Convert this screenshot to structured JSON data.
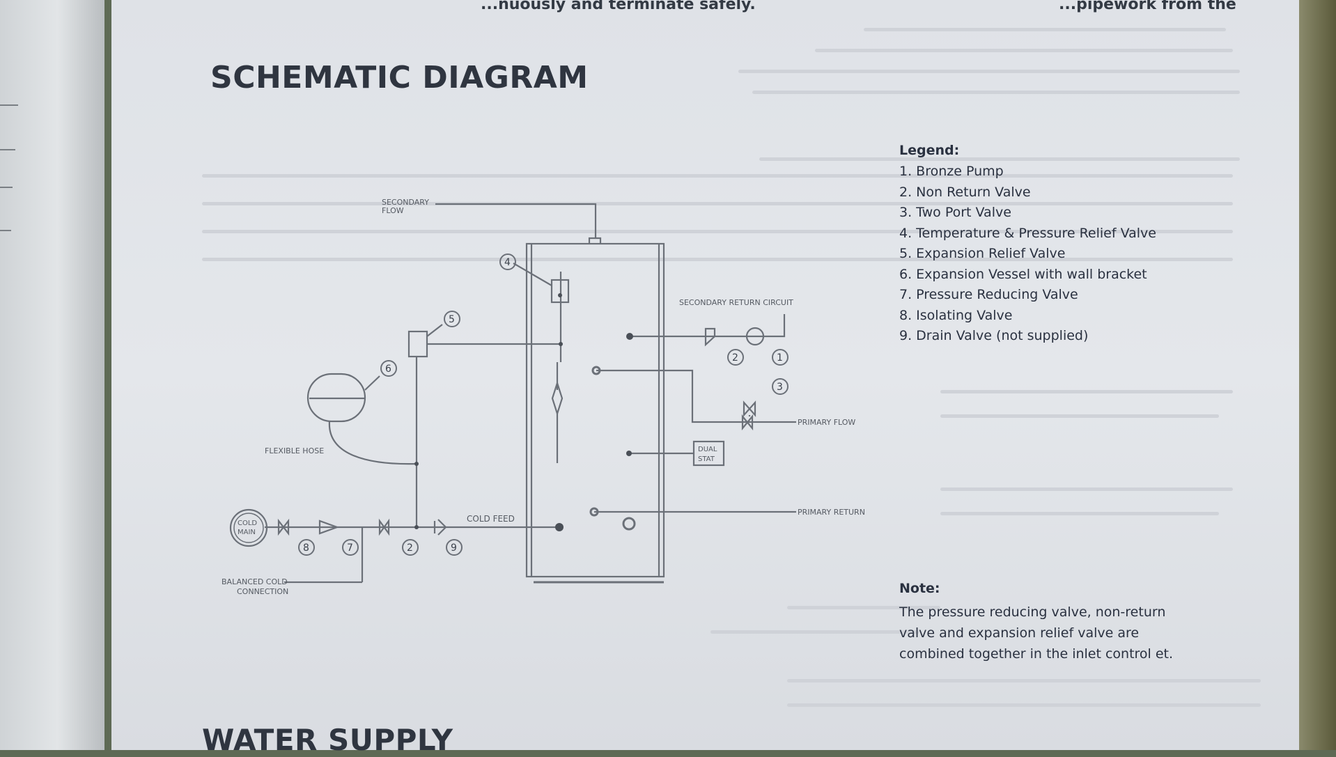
{
  "top_fragment_left": "...nuously and terminate safely.",
  "top_fragment_right": "...pipework from the",
  "section_title": "SCHEMATIC DIAGRAM",
  "next_section_title": "WATER SUPPLY",
  "legend": {
    "title": "Legend:",
    "items": [
      "1. Bronze Pump",
      "2. Non Return Valve",
      "3. Two Port Valve",
      "4. Temperature & Pressure Relief Valve",
      "5. Expansion Relief Valve",
      "6. Expansion Vessel with wall bracket",
      "7. Pressure Reducing Valve",
      "8. Isolating Valve",
      "9. Drain Valve (not supplied)"
    ]
  },
  "note": {
    "title": "Note:",
    "body": "The pressure reducing valve, non-return valve and expansion relief valve are combined together in the inlet control et."
  },
  "diagram_labels": {
    "secondary_flow_1": "SECONDARY",
    "secondary_flow_2": "FLOW",
    "secondary_return": "SECONDARY RETURN CIRCUIT",
    "primary_flow": "PRIMARY FLOW",
    "primary_return": "PRIMARY RETURN",
    "dual_stat_1": "DUAL",
    "dual_stat_2": "STAT",
    "flexible_hose": "FLEXIBLE HOSE",
    "cold_feed": "COLD FEED",
    "cold_main_1": "COLD",
    "cold_main_2": "MAIN",
    "balanced_1": "BALANCED COLD",
    "balanced_2": "CONNECTION"
  },
  "component_numbers": [
    "1",
    "2",
    "3",
    "4",
    "5",
    "6",
    "7",
    "8",
    "9"
  ],
  "colors": {
    "paper": "#e2e5ea",
    "ink": "#2a3140",
    "line": "#6b7078"
  }
}
